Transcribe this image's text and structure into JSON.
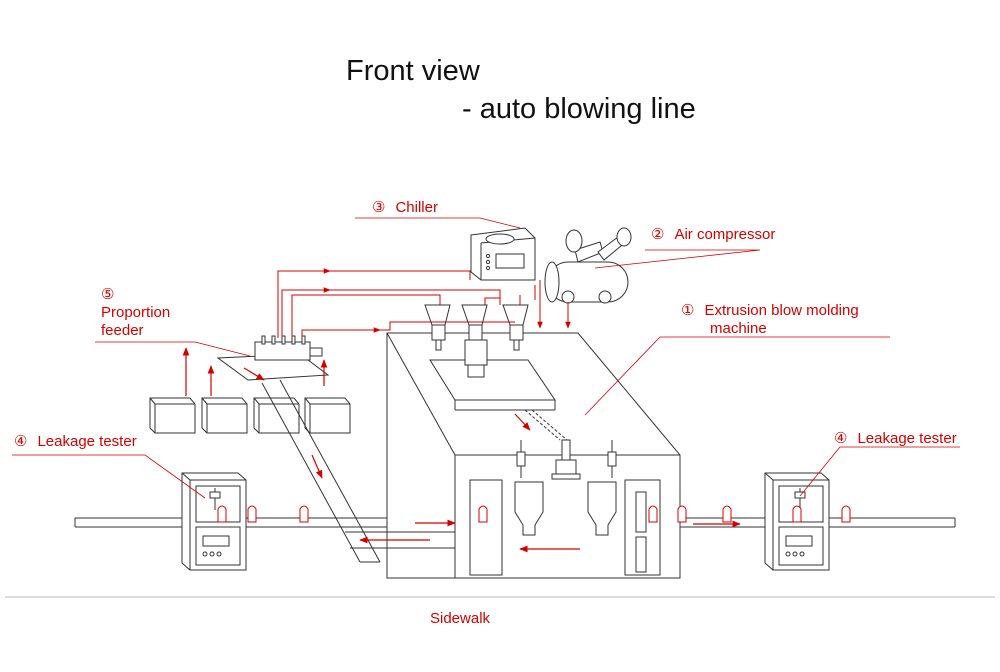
{
  "title": {
    "line1": "Front view",
    "line2": "-  auto blowing line"
  },
  "labels": {
    "chiller": {
      "num": "③",
      "text": "Chiller"
    },
    "air_compressor": {
      "num": "②",
      "text": "Air compressor"
    },
    "extrusion": {
      "num": "①",
      "line1": "Extrusion blow molding",
      "line2": "machine"
    },
    "proportion_feeder": {
      "num": "⑤",
      "line1": "Proportion",
      "line2": "feeder"
    },
    "leakage_tester_left": {
      "num": "④",
      "text": "Leakage tester"
    },
    "leakage_tester_right": {
      "num": "④",
      "text": "Leakage tester"
    },
    "sidewalk": "Sidewalk"
  },
  "colors": {
    "line": "#333333",
    "accent": "#d40000"
  }
}
